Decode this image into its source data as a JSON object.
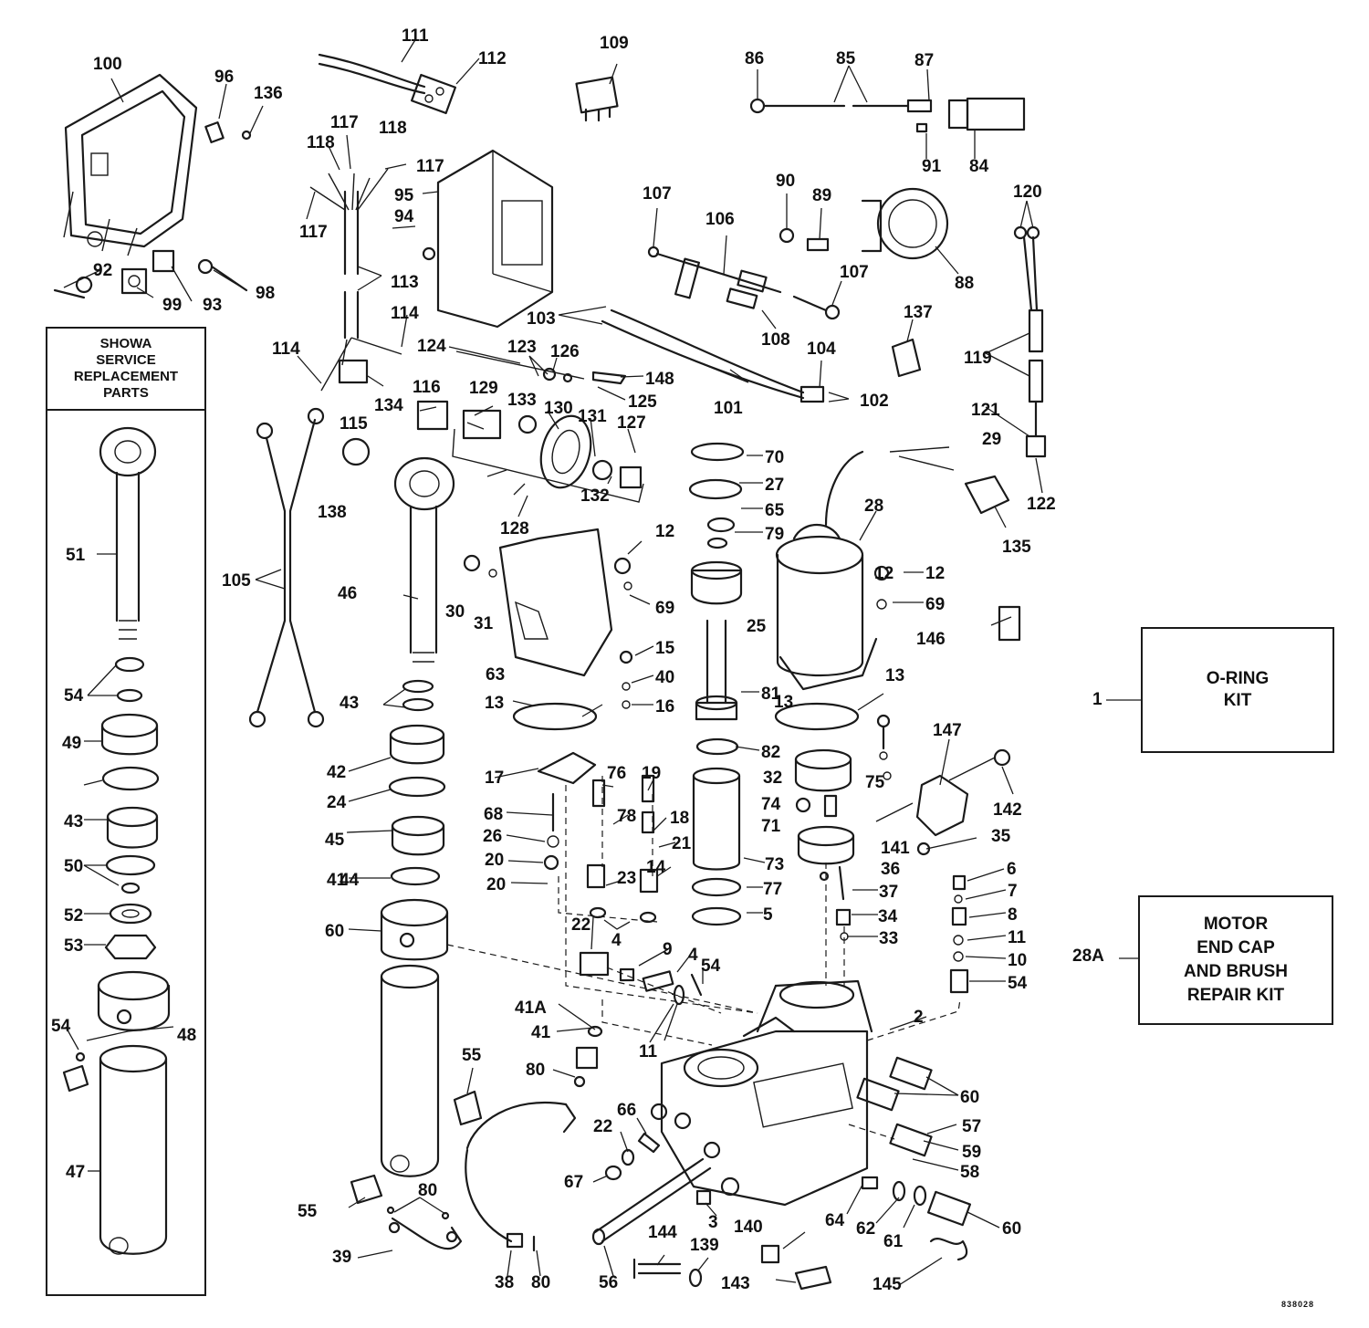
{
  "diagram": {
    "code": "838028",
    "part_labels": [
      "111",
      "112",
      "109",
      "86",
      "85",
      "87",
      "84",
      "91",
      "100",
      "96",
      "136",
      "117",
      "118",
      "118",
      "117",
      "117",
      "95",
      "94",
      "90",
      "89",
      "88",
      "107",
      "106",
      "107",
      "108",
      "103",
      "120",
      "92",
      "99",
      "93",
      "98",
      "113",
      "114",
      "114",
      "124",
      "123",
      "126",
      "148",
      "125",
      "101",
      "104",
      "102",
      "137",
      "119",
      "121",
      "116",
      "115",
      "134",
      "129",
      "133",
      "130",
      "131",
      "127",
      "132",
      "29",
      "122",
      "135",
      "105",
      "138",
      "128",
      "70",
      "27",
      "65",
      "79",
      "28",
      "12",
      "12",
      "51",
      "46",
      "30",
      "31",
      "12",
      "69",
      "25",
      "69",
      "146",
      "63",
      "15",
      "40",
      "16",
      "81",
      "13",
      "13",
      "13",
      "54",
      "43",
      "17",
      "76",
      "19",
      "18",
      "78",
      "82",
      "32",
      "75",
      "147",
      "142",
      "49",
      "42",
      "24",
      "68",
      "26",
      "20",
      "20",
      "21",
      "23",
      "14",
      "73",
      "74",
      "71",
      "141",
      "35",
      "36",
      "37",
      "34",
      "33",
      "77",
      "5",
      "6",
      "7",
      "8",
      "11",
      "10",
      "54",
      "50",
      "43",
      "44",
      "45",
      "41",
      "60",
      "22",
      "4",
      "9",
      "4",
      "54",
      "52",
      "53",
      "41A",
      "41",
      "11",
      "2",
      "54",
      "48",
      "55",
      "80",
      "66",
      "60",
      "22",
      "67",
      "57",
      "59",
      "58",
      "60",
      "62",
      "61",
      "47",
      "55",
      "80",
      "39",
      "38",
      "80",
      "56",
      "144",
      "3",
      "140",
      "139",
      "143",
      "64",
      "145"
    ],
    "showa_panel": {
      "title": "SHOWA\nSERVICE\nREPLACEMENT\nPARTS"
    },
    "oring_kit": {
      "ref": "1",
      "label": "O-RING\nKIT"
    },
    "motor_kit": {
      "ref": "28A",
      "label": "MOTOR\nEND CAP\nAND BRUSH\nREPAIR KIT"
    }
  }
}
